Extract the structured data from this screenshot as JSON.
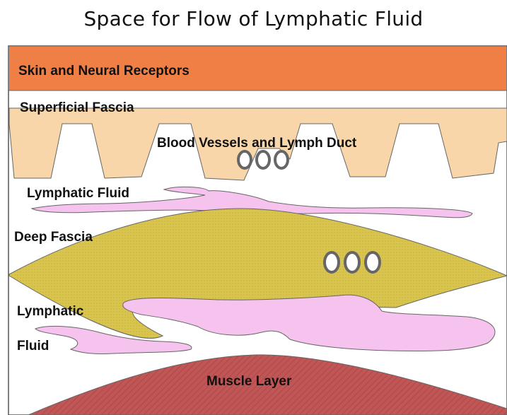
{
  "title": "Space for Flow of Lymphatic Fluid",
  "labels": {
    "skin": "Skin and Neural Receptors",
    "superficial_fascia": "Superficial Fascia",
    "blood_vessels": "Blood Vessels and Lymph Duct",
    "lymphatic_fluid_upper": "Lymphatic Fluid",
    "deep_fascia": "Deep Fascia",
    "lymphatic_lower_1": "Lymphatic",
    "lymphatic_lower_2": "Fluid",
    "muscle": "Muscle Layer"
  },
  "colors": {
    "skin": "#f07f45",
    "superficial_fascia": "#f8d6aa",
    "deep_fascia": "#d9c54e",
    "lymph": "#f6c3ee",
    "muscle": "#c05656"
  }
}
